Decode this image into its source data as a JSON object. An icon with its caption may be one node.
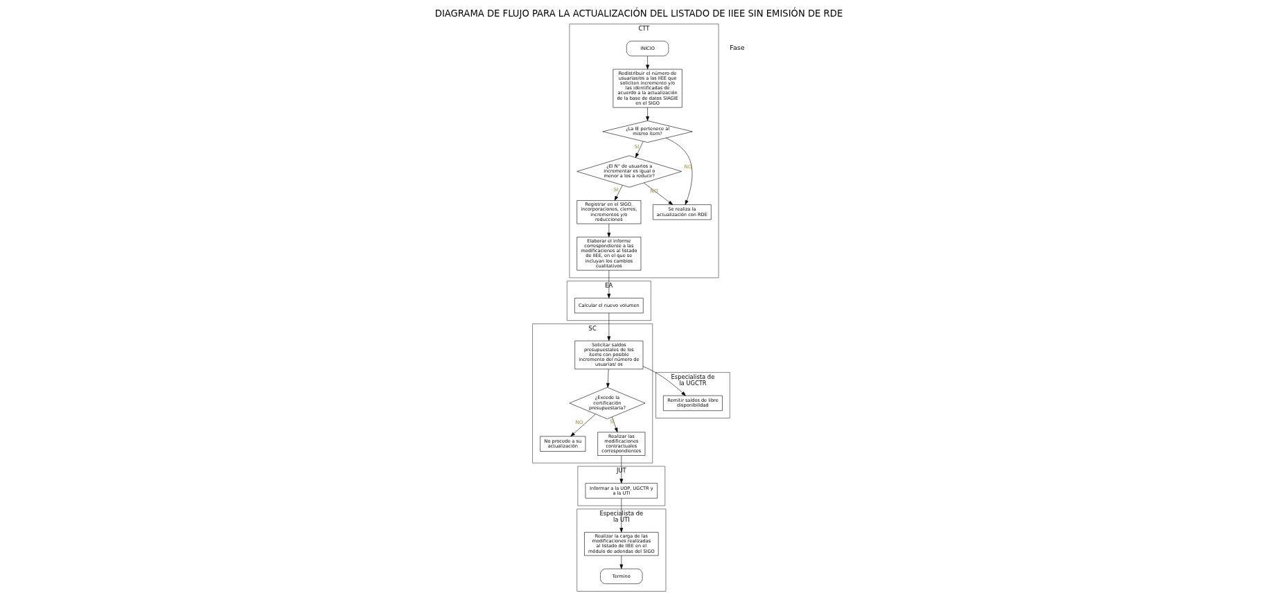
{
  "diagram": {
    "title": "DIAGRAMA DE FLUJO PARA LA ACTUALIZACIÓN DEL LISTADO DE IIEE SIN EMISIÓN DE RDE",
    "nodes": [
      {
        "text": [
          "CTT"
        ]
      },
      {
        "text": [
          "EA"
        ]
      },
      {
        "text": [
          "SC"
        ]
      },
      {
        "text": [
          "Especialista de la UGCTR"
        ]
      },
      {
        "text": [
          "JUT"
        ]
      },
      {
        "text": [
          "Especialista de la UTI"
        ]
      },
      {
        "text": [
          "INICIO"
        ],
        "in": 0
      },
      {
        "text": [
          "Redistribuir el número de usuarias/os a las IIEE que soliciten incremento y/o las identificadas de acuerdo a la actualización de la base de datos SIAGIE en el SIGO"
        ],
        "in": 0
      },
      {
        "text": [
          "¿La IE pertenece al mismo ítem?"
        ],
        "in": 0
      },
      {
        "text": [
          "¿El N° de usuarios a incrementar es igual o menor a los a reducir?"
        ],
        "in": 0
      },
      {
        "text": [
          "Registrar en el SIGO, incorporaciones, cierres, incrementos y/o reducciones"
        ],
        "in": 0
      },
      {
        "text": [
          "Se realiza la actualización con RDE"
        ],
        "in": 0
      },
      {
        "text": [
          "Elaborar el informe correspondiente a las modificaciones al listado de IIEE, en el que se incluyan los cambios cualitativos"
        ],
        "in": 0
      },
      {
        "text": [
          "Calcular el nuevo volumen"
        ],
        "in": 1
      },
      {
        "text": [
          "Solicitar saldos presupuestales de los ítems con posible incremento del número de usuarias/ os"
        ],
        "in": 2
      },
      {
        "text": [
          "¿Excede la certificación presupuestaria?"
        ],
        "in": 2
      },
      {
        "text": [
          "No procede a su actualización"
        ],
        "in": 2
      },
      {
        "text": [
          "Realizar las modificaciones contractuales correspondientes"
        ],
        "in": 2
      },
      {
        "text": [
          "Remitir saldos de libre disponibilidad"
        ],
        "in": 3
      },
      {
        "text": [
          "Informar a la UOP, UGCTR y a la UTI"
        ],
        "in": 4
      },
      {
        "text": [
          "Realizar la carga de las modificaciones realizadas al listado de IIEE en el módulo de adendas del SIGO"
        ],
        "in": 5
      },
      {
        "text": [
          "Termino"
        ],
        "in": 5
      }
    ],
    "edges": [
      {
        "from": 6,
        "to": 7,
        "arrow": "to"
      },
      {
        "from": 7,
        "to": 8,
        "arrow": "to"
      },
      {
        "from": 8,
        "to": 9,
        "arrow": "to",
        "label": "SI"
      },
      {
        "from": 8,
        "to": 11,
        "arrow": "to",
        "label": "NO"
      },
      {
        "from": 9,
        "to": 11,
        "arrow": "to",
        "label": "NO"
      },
      {
        "from": 9,
        "to": 10,
        "arrow": "to",
        "label": "SI"
      },
      {
        "from": 10,
        "to": 12,
        "arrow": "to"
      },
      {
        "from": 12,
        "to": 13,
        "arrow": "to"
      },
      {
        "from": 13,
        "to": 14,
        "arrow": "to"
      },
      {
        "from": 14,
        "to": 18,
        "arrow": "to"
      },
      {
        "from": 14,
        "to": 15,
        "arrow": "to"
      },
      {
        "from": 15,
        "to": 16,
        "arrow": "to",
        "label": "NO"
      },
      {
        "from": 15,
        "to": 17,
        "arrow": "to",
        "label": "SI"
      },
      {
        "from": 17,
        "to": 19,
        "arrow": "to"
      },
      {
        "from": 19,
        "to": 20,
        "arrow": "to"
      },
      {
        "from": 20,
        "to": 21,
        "arrow": "to"
      }
    ],
    "labels": [
      "Fase"
    ]
  }
}
